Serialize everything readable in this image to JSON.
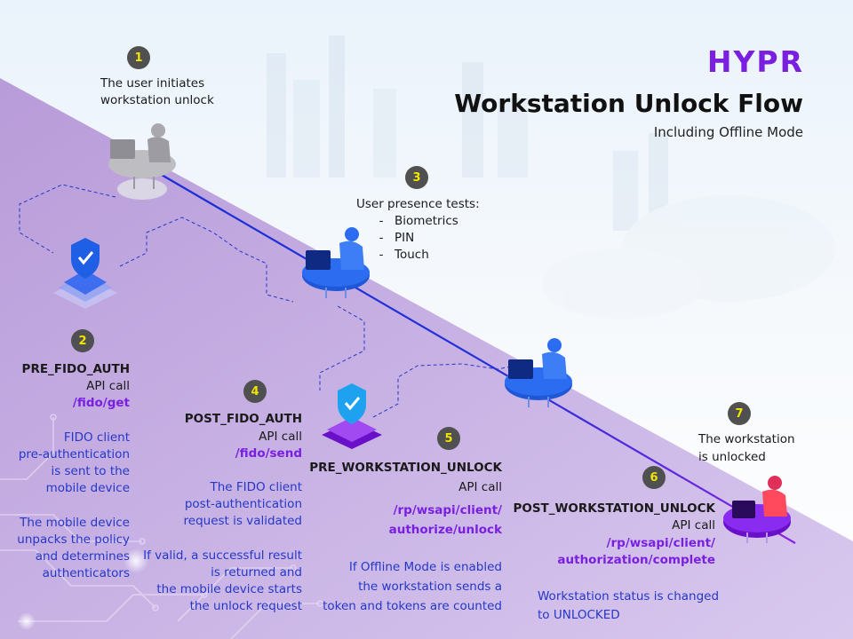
{
  "header": {
    "logo": "HYPR",
    "title": "Workstation Unlock Flow",
    "subtitle": "Including Offline Mode"
  },
  "steps": {
    "s1": {
      "num": "1",
      "text": "The user initiates\nworkstation unlock"
    },
    "s2": {
      "num": "2",
      "name": "PRE_FIDO_AUTH",
      "call": "API call",
      "endpoint": "/fido/get",
      "desc1": "FIDO client\npre-authentication\nis sent to the\nmobile device",
      "desc2": "The mobile device\nunpacks the policy\nand determines\nauthenticators"
    },
    "s3": {
      "num": "3",
      "heading": "User presence tests:",
      "items": [
        "Biometrics",
        "PIN",
        "Touch"
      ]
    },
    "s4": {
      "num": "4",
      "name": "POST_FIDO_AUTH",
      "call": "API call",
      "endpoint": "/fido/send",
      "desc1": "The FIDO client\npost-authentication\nrequest is validated",
      "desc2": "If valid, a successful result\nis returned and\nthe mobile device starts\nthe unlock request"
    },
    "s5": {
      "num": "5",
      "name": "PRE_WORKSTATION_UNLOCK",
      "call": "API call",
      "endpoint": "/rp/wsapi/client/\nauthorize/unlock",
      "desc1": "If Offline Mode is enabled\nthe workstation sends a\ntoken and tokens are counted"
    },
    "s6": {
      "num": "6",
      "name": "POST_WORKSTATION_UNLOCK",
      "call": "API call",
      "endpoint": "/rp/wsapi/client/\nauthorization/complete",
      "desc1": "Workstation status is changed\nto UNLOCKED"
    },
    "s7": {
      "num": "7",
      "text": "The workstation\nis unlocked"
    }
  },
  "colors": {
    "accent": "#7a1fe0",
    "blue_text": "#2438c8",
    "marker_bg": "#505050",
    "marker_text": "#f2e500",
    "band": "#c9b3e3",
    "path_blue": "#1a2fd6"
  },
  "icons": [
    "user-at-desk-icon",
    "shield-check-icon"
  ]
}
